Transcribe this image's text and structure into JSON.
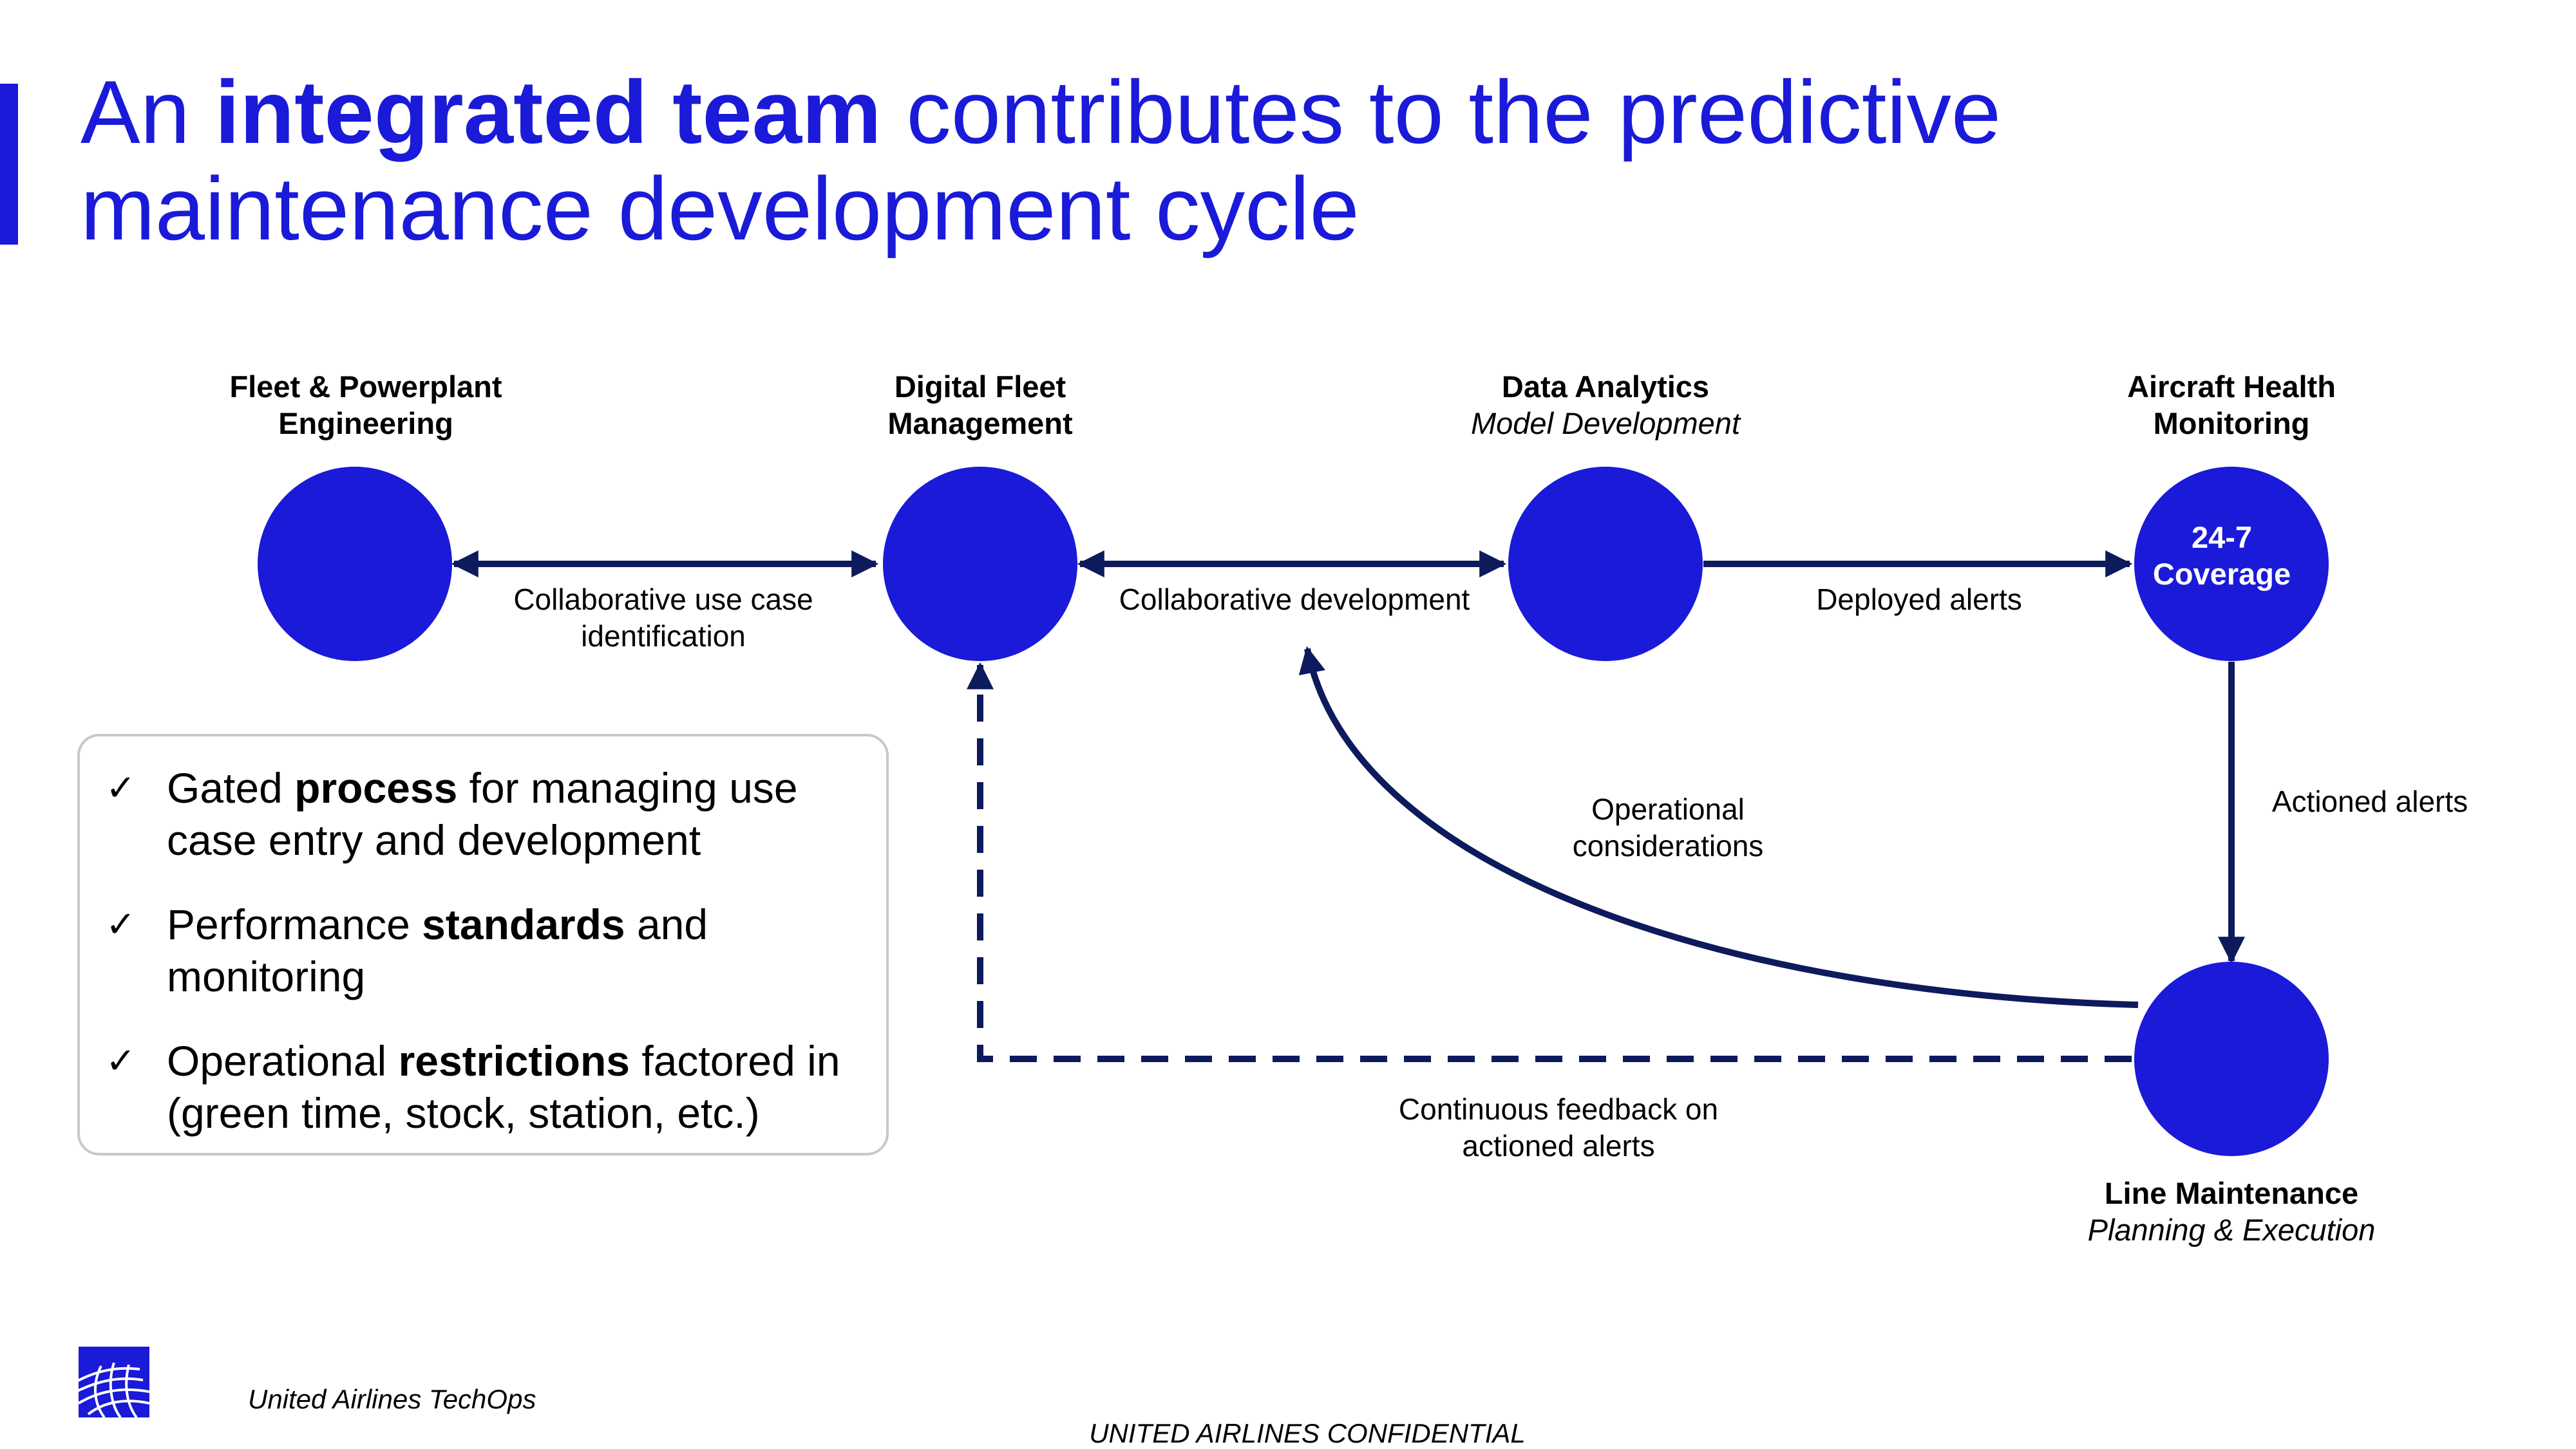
{
  "title": {
    "part1": "An ",
    "bold": "integrated team",
    "part2": " contributes to the predictive maintenance development cycle"
  },
  "nodes": [
    {
      "title": "Fleet & Powerplant Engineering",
      "subtitle": ""
    },
    {
      "title": "Digital Fleet Management",
      "subtitle": ""
    },
    {
      "title": "Data Analytics",
      "subtitle": "Model Development"
    },
    {
      "title": "Aircraft Health Monitoring",
      "subtitle": "",
      "circle_text": "24-7 Coverage"
    },
    {
      "title": "Line Maintenance",
      "subtitle": "Planning & Execution"
    }
  ],
  "edges": {
    "use_case": "Collaborative use case identification",
    "development": "Collaborative development",
    "deployed": "Deployed alerts",
    "actioned": "Actioned alerts",
    "operational": "Operational considerations",
    "feedback": "Continuous feedback on actioned alerts"
  },
  "bullets": [
    {
      "check": "✓",
      "before": "Gated ",
      "bold": "process",
      "after": " for managing use case entry and development"
    },
    {
      "check": "✓",
      "before": "Performance ",
      "bold": "standards",
      "after": " and monitoring"
    },
    {
      "check": "✓",
      "before": "Operational ",
      "bold": "restrictions",
      "after": " factored in (green time, stock, station, etc.)"
    }
  ],
  "footer": {
    "left": "United Airlines TechOps",
    "center": "UNITED AIRLINES CONFIDENTIAL"
  },
  "colors": {
    "accent": "#1a1ad8",
    "arrow": "#0d1a5c",
    "box_border": "#c8c8c8"
  },
  "icons": {
    "logo": "globe-logo-icon",
    "check": "check-icon"
  }
}
